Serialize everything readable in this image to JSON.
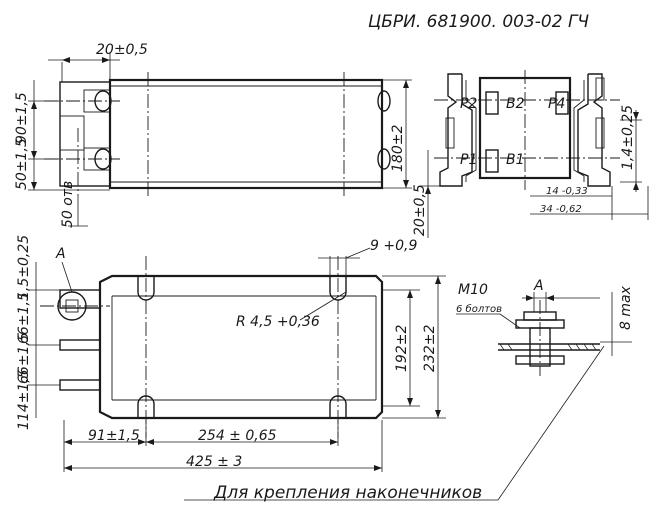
{
  "drawing": {
    "code": "ЦБРИ. 681900. 003-02 ГЧ",
    "note": "Для крепления наконечников"
  },
  "top_left_view": {
    "dims": {
      "width_20": "20±0,5",
      "height_90": "90±1,5",
      "height_50": "50±1,5",
      "dia_50": "50 отв",
      "height_180": "180±2"
    }
  },
  "top_right_view": {
    "labels": [
      "P2",
      "B2",
      "P4",
      "P1",
      "B1"
    ],
    "dims": {
      "d_14": "1,4±0,25",
      "d_14_33": "14 -0,33",
      "d_34_062": "34 -0,62",
      "d_20": "20±0,5"
    }
  },
  "bottom_view": {
    "section_label": "A",
    "dims": {
      "d_15": "1,5±0,25",
      "d_66": "66±1,5",
      "d_66b": "66±1,5",
      "d_114": "114±1,5",
      "d_9": "9 +0,9",
      "radius": "R 4,5 +0,36",
      "d_192": "192±2",
      "d_232": "232±2",
      "d_91": "91±1,5",
      "d_254": "254 ± 0,65",
      "d_425": "425 ± 3"
    }
  },
  "detail_view": {
    "section_label": "A",
    "thread": "M10",
    "bolts": "6 болтов",
    "d_8max": "8 max"
  }
}
